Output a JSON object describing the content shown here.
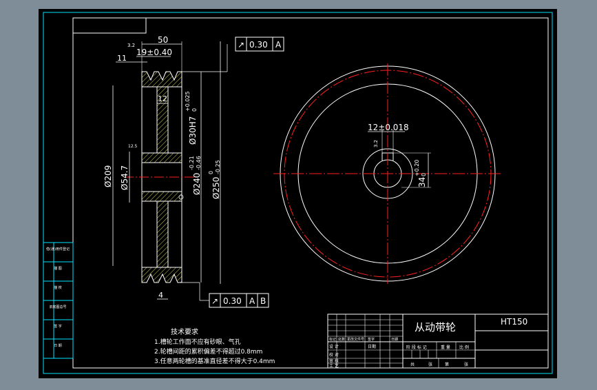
{
  "colors": {
    "background": "#7f8d98",
    "canvas": "#000000",
    "frame": "#ffffff",
    "border_cyan": "#00e5ff",
    "geometry": "#ffffff",
    "hatch": "#e8e860",
    "center_line": "#ff2020",
    "dimension": "#ffffff"
  },
  "side_view": {
    "dim_top_width": "50",
    "dim_groove_pitch": "19±0.40",
    "dim_edge": "11",
    "dim_hub": "12",
    "dim_bore": "Ø30H7",
    "dim_bore_tol_upper": "+0.025",
    "dim_bore_tol_lower": "0",
    "dim_groove_dia": "Ø209",
    "dim_hub_dia": "Ø54.7",
    "dim_inner_dia": "Ø240",
    "dim_inner_tol_upper": "-0.21",
    "dim_inner_tol_lower": "-0.46",
    "dim_outer_dia": "Ø250",
    "dim_outer_tol_upper": "0",
    "dim_outer_tol_lower": "-0.25",
    "dim_bottom": "4",
    "roughness_a": "3.2",
    "roughness_b": "12.5",
    "tol_top_value": "0.30",
    "tol_top_ref": "A",
    "tol_bottom_value": "0.30",
    "tol_bottom_ref_a": "A",
    "tol_bottom_ref_b": "B"
  },
  "front_view": {
    "dim_keyway": "12±0.018",
    "dim_key_depth": "34",
    "dim_key_tol_upper": "+0.20",
    "dim_key_tol_lower": "0",
    "roughness": "3.2"
  },
  "tech_notes": {
    "heading": "技术要求",
    "lines": [
      "1.槽轮工作面不应有砂眼、气孔",
      "2.轮槽间距的累积偏差不得超过0.8mm",
      "3.任意两轮槽的基准直径差不得大于0.4mm"
    ]
  },
  "left_strip": [
    "借(通)用件登记",
    "描 图",
    "描 校",
    "旧底图总号",
    "签 字",
    "日 期"
  ],
  "title_block": {
    "part_name": "从动带轮",
    "material": "HT150",
    "rev_headers": [
      "标记",
      "处数",
      "更改文件号",
      "签字",
      "日期"
    ],
    "sign_rows": [
      "设 计",
      "校 对",
      "审 核",
      "工 艺"
    ],
    "date_label": "日期",
    "stage_headers": [
      "阶 段 标 记",
      "重 量",
      "比 例"
    ],
    "sheet_labels": [
      "共",
      "张",
      "第",
      "张"
    ]
  }
}
